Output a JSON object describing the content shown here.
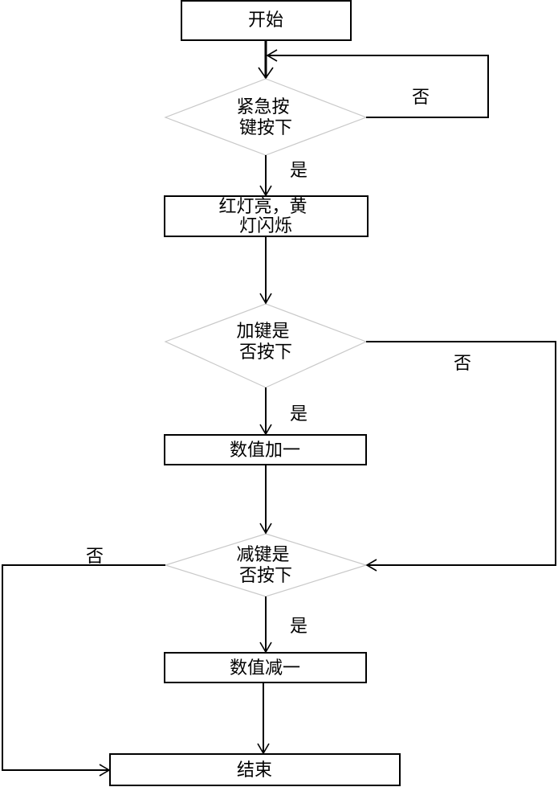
{
  "nodes": {
    "start": {
      "lines": [
        "开始"
      ]
    },
    "emergency_check": {
      "lines": [
        "紧急按",
        "键按下"
      ]
    },
    "lights_state": {
      "lines": [
        "红灯亮，黄",
        "灯闪烁"
      ]
    },
    "plus_check": {
      "lines": [
        "加键是",
        "否按下"
      ]
    },
    "increment": {
      "lines": [
        "数值加一"
      ]
    },
    "minus_check": {
      "lines": [
        "减键是",
        "否按下"
      ]
    },
    "decrement": {
      "lines": [
        "数值减一"
      ]
    },
    "end": {
      "lines": [
        "结束"
      ]
    }
  },
  "edge_labels": {
    "emergency_no": "否",
    "emergency_yes": "是",
    "plus_no": "否",
    "plus_yes": "是",
    "minus_no": "否",
    "minus_yes": "是"
  }
}
